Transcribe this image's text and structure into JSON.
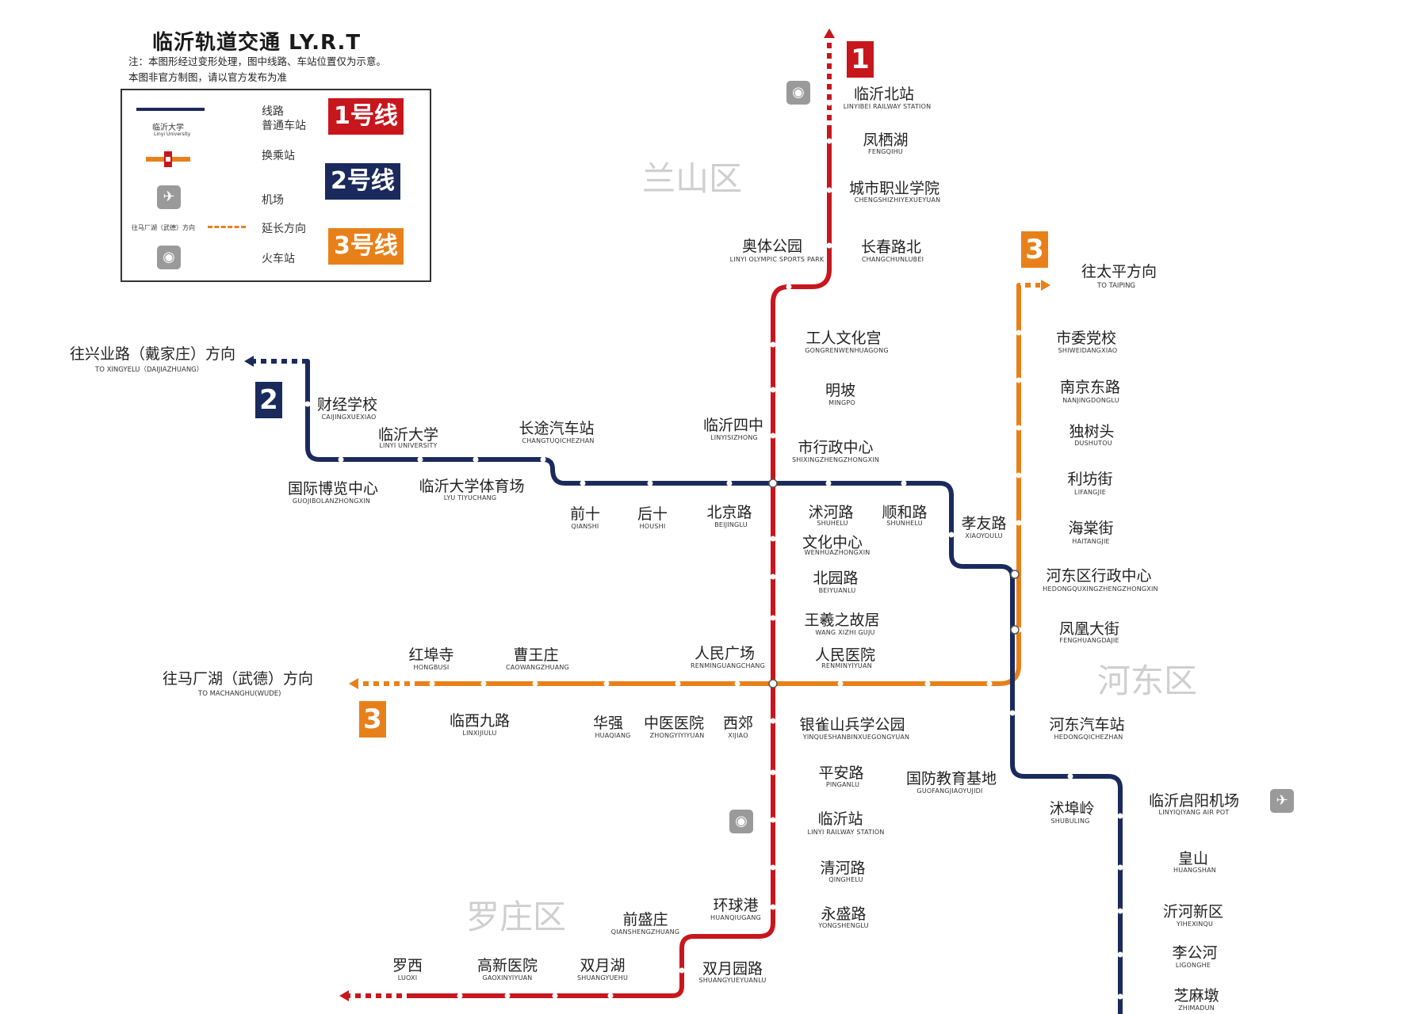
{
  "title": "临沂轨道交通 LY.R.T",
  "notes": [
    "注：本图形经过变形处理，图中线路、车站位置仅为示意。",
    "本图非官方制图，请以官方发布为准"
  ],
  "legend": {
    "line_label": "线路",
    "station_label": "普通车站",
    "univ_cn": "临沂大学",
    "univ_en": "Linyi University",
    "transfer_label": "换乘站",
    "airport_label": "机场",
    "extension_label": "延长方向",
    "extension_sample": "往马厂湖（武德）方向",
    "rail_label": "火车站",
    "line1": "1号线",
    "line2": "2号线",
    "line3": "3号线"
  },
  "colors": {
    "line1": "#c8161d",
    "line2": "#1b2a5c",
    "line3": "#e8801a"
  },
  "districts": [
    "兰山区",
    "河东区",
    "罗庄区"
  ],
  "badges": {
    "line1": "1",
    "line2": "2",
    "line3": "3"
  },
  "directions": {
    "line2_west": {
      "cn": "往兴业路（戴家庄）方向",
      "en": "TO XINGYELU（DAIJIAZHUANG）"
    },
    "line3_west": {
      "cn": "往马厂湖（武德）方向",
      "en": "TO MACHANGHU(WUDE)"
    },
    "line3_north": {
      "cn": "往太平方向",
      "en": "TO TAIPING"
    }
  },
  "stations": {
    "line1": [
      {
        "cn": "临沂北站",
        "en": "LINYIBEI RAILWAY STATION"
      },
      {
        "cn": "凤栖湖",
        "en": "FENGQIHU"
      },
      {
        "cn": "城市职业学院",
        "en": "CHENGSHIZHIYEXUEYUAN"
      },
      {
        "cn": "长春路北",
        "en": "CHANGCHUNLUBEI"
      },
      {
        "cn": "奥体公园",
        "en": "LINYI OLYMPIC SPORTS PARK"
      },
      {
        "cn": "工人文化宫",
        "en": "GONGRENWENHUAGONG"
      },
      {
        "cn": "明坡",
        "en": "MINGPO"
      },
      {
        "cn": "临沂四中",
        "en": "LINYISIZHONG"
      },
      {
        "cn": "市行政中心",
        "en": "SHIXINGZHENGZHONGXIN"
      },
      {
        "cn": "文化中心",
        "en": "WENHUAZHONGXIN"
      },
      {
        "cn": "北园路",
        "en": "BEIYUANLU"
      },
      {
        "cn": "王羲之故居",
        "en": "WANG XIZHI GUJU"
      },
      {
        "cn": "人民广场",
        "en": "RENMINGUANGCHANG"
      },
      {
        "cn": "人民医院",
        "en": "RENMINYIYUAN"
      },
      {
        "cn": "银雀山兵学公园",
        "en": "YINQUESHANBINXUEGONGYUAN"
      },
      {
        "cn": "平安路",
        "en": "PINGANLU"
      },
      {
        "cn": "临沂站",
        "en": "LINYI RAILWAY STATION"
      },
      {
        "cn": "清河路",
        "en": "QINGHELU"
      },
      {
        "cn": "永盛路",
        "en": "YONGSHENGLU"
      },
      {
        "cn": "环球港",
        "en": "HUANQIUGANG"
      },
      {
        "cn": "前盛庄",
        "en": "QIANSHENGZHUANG"
      },
      {
        "cn": "双月园路",
        "en": "SHUANGYUEYUANLU"
      },
      {
        "cn": "双月湖",
        "en": "SHUANGYUEHU"
      },
      {
        "cn": "高新医院",
        "en": "GAOXINYIYUAN"
      },
      {
        "cn": "罗西",
        "en": "LUOXI"
      }
    ],
    "line2": [
      {
        "cn": "财经学校",
        "en": "CAIJINGXUEXIAO"
      },
      {
        "cn": "临沂大学",
        "en": "LINYI UNIVERSITY"
      },
      {
        "cn": "国际博览中心",
        "en": "GUOJIBOLANZHONGXIN"
      },
      {
        "cn": "临沂大学体育场",
        "en": "LYU TIYUCHANG"
      },
      {
        "cn": "长途汽车站",
        "en": "CHANGTUQICHEZHAN"
      },
      {
        "cn": "前十",
        "en": "QIANSHI"
      },
      {
        "cn": "后十",
        "en": "HOUSHI"
      },
      {
        "cn": "北京路",
        "en": "BEIJINGLU"
      },
      {
        "cn": "沭河路",
        "en": "SHUHELU"
      },
      {
        "cn": "顺和路",
        "en": "SHUNHELU"
      },
      {
        "cn": "孝友路",
        "en": "XIAOYOULU"
      },
      {
        "cn": "河东汽车站",
        "en": "HEDONGQICHEZHAN"
      },
      {
        "cn": "国防教育基地",
        "en": "GUOFANGJIAOYUJIDI"
      },
      {
        "cn": "沭埠岭",
        "en": "SHUBULING"
      },
      {
        "cn": "临沂启阳机场",
        "en": "LINYIQIYANG AIR POT"
      },
      {
        "cn": "皇山",
        "en": "HUANGSHAN"
      },
      {
        "cn": "沂河新区",
        "en": "YIHEXINQU"
      },
      {
        "cn": "李公河",
        "en": "LIGONGHE"
      },
      {
        "cn": "芝麻墩",
        "en": "ZHIMADUN"
      }
    ],
    "line3": [
      {
        "cn": "市委党校",
        "en": "SHIWEIDANGXIAO"
      },
      {
        "cn": "南京东路",
        "en": "NANJINGDONGLU"
      },
      {
        "cn": "独树头",
        "en": "DUSHUTOU"
      },
      {
        "cn": "利坊街",
        "en": "LIFANGJIE"
      },
      {
        "cn": "海棠街",
        "en": "HAITANGJIE"
      },
      {
        "cn": "河东区行政中心",
        "en": "HEDONGQUXINGZHENGZHONGXIN"
      },
      {
        "cn": "凤凰大街",
        "en": "FENGHUANGDAJIE"
      },
      {
        "cn": "红埠寺",
        "en": "HONGBUSI"
      },
      {
        "cn": "曹王庄",
        "en": "CAOWANGZHUANG"
      },
      {
        "cn": "临西九路",
        "en": "LINXIJIULU"
      },
      {
        "cn": "华强",
        "en": "HUAQIANG"
      },
      {
        "cn": "中医医院",
        "en": "ZHONGYIYIYUAN"
      },
      {
        "cn": "西郊",
        "en": "XIJIAO"
      }
    ]
  }
}
